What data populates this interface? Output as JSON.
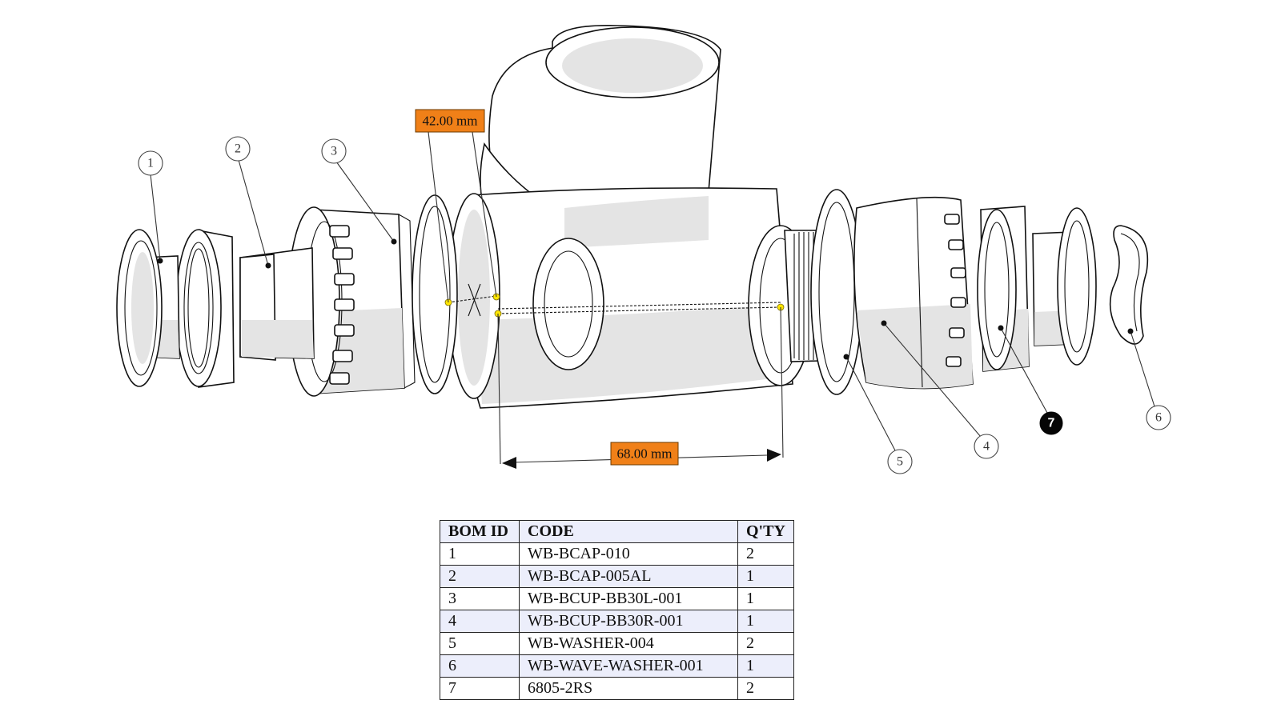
{
  "dimensions": {
    "vertical_offset": "42.00 mm",
    "horizontal_length": "68.00 mm"
  },
  "balloons": [
    {
      "id": "1",
      "style": "outline"
    },
    {
      "id": "2",
      "style": "outline"
    },
    {
      "id": "3",
      "style": "outline"
    },
    {
      "id": "4",
      "style": "outline"
    },
    {
      "id": "5",
      "style": "outline"
    },
    {
      "id": "6",
      "style": "outline"
    },
    {
      "id": "7",
      "style": "filled"
    }
  ],
  "colors": {
    "dimension_box": "#f08018",
    "table_header": "#eceefb",
    "snap_point": "#ffe600"
  },
  "bom_table": {
    "headers": {
      "id": "BOM ID",
      "code": "CODE",
      "qty": "Q'TY"
    },
    "rows": [
      {
        "id": "1",
        "code": "WB-BCAP-010",
        "qty": "2"
      },
      {
        "id": "2",
        "code": "WB-BCAP-005AL",
        "qty": "1"
      },
      {
        "id": "3",
        "code": "WB-BCUP-BB30L-001",
        "qty": "1"
      },
      {
        "id": "4",
        "code": "WB-BCUP-BB30R-001",
        "qty": "1"
      },
      {
        "id": "5",
        "code": "WB-WASHER-004",
        "qty": "2"
      },
      {
        "id": "6",
        "code": "WB-WAVE-WASHER-001",
        "qty": "1"
      },
      {
        "id": "7",
        "code": "6805-2RS",
        "qty": "2"
      }
    ]
  }
}
